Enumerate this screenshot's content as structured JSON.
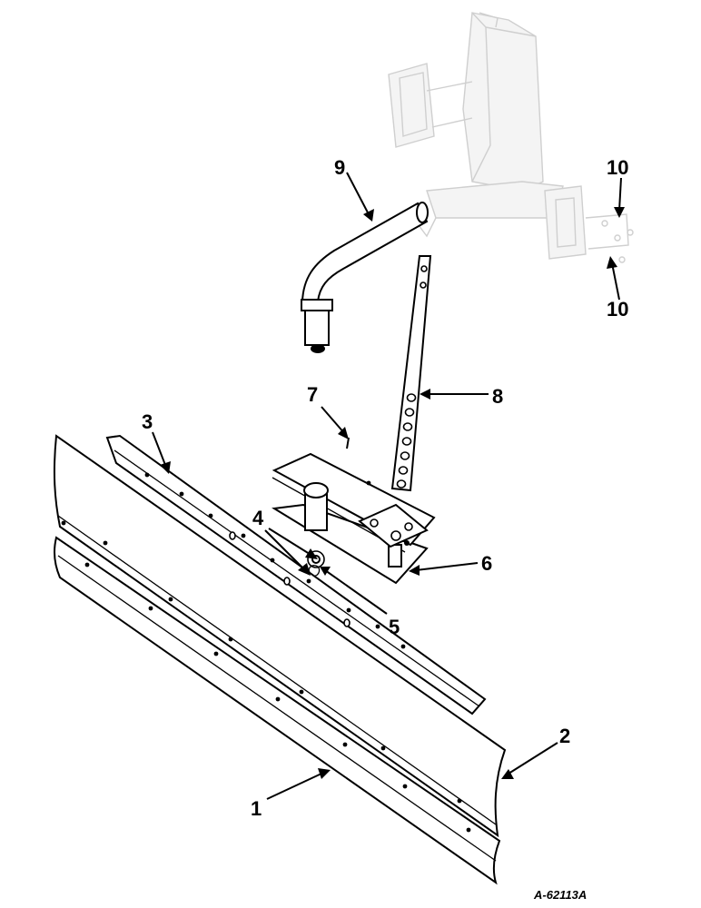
{
  "diagram": {
    "drawing_code": "A-62113A",
    "callouts": [
      {
        "id": "c1",
        "label": "1"
      },
      {
        "id": "c2",
        "label": "2"
      },
      {
        "id": "c3",
        "label": "3"
      },
      {
        "id": "c4",
        "label": "4"
      },
      {
        "id": "c5",
        "label": "5"
      },
      {
        "id": "c6",
        "label": "6"
      },
      {
        "id": "c7",
        "label": "7"
      },
      {
        "id": "c8",
        "label": "8"
      },
      {
        "id": "c9",
        "label": "9"
      },
      {
        "id": "c10a",
        "label": "10"
      },
      {
        "id": "c10b",
        "label": "10"
      }
    ]
  }
}
